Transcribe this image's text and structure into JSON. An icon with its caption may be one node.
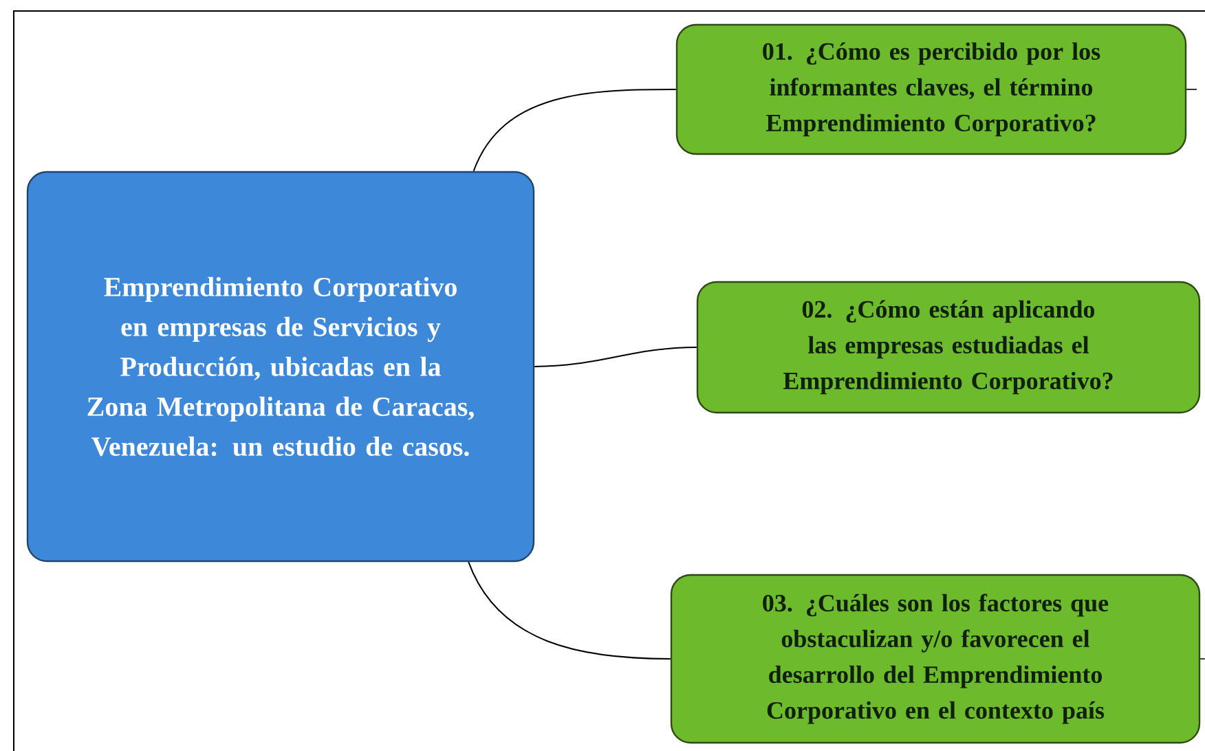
{
  "diagram": {
    "nodes": [
      {
        "text": [
          "Emprendimiento Corporativo en empresas de Servicios y Producción, ubicadas en la Zona Metropolitana de Caracas, Venezuela: un estudio de casos."
        ]
      },
      {
        "text": [
          "01. ¿Cómo es percibido por los informantes claves, el término Emprendimiento Corporativo?"
        ]
      },
      {
        "text": [
          "02. ¿Cómo están aplicando las empresas estudiadas el Emprendimiento Corporativo?"
        ]
      },
      {
        "text": [
          "03. ¿Cuáles son los factores que obstaculizan y/o favorecen el desarrollo del Emprendimiento Corporativo en el contexto país"
        ]
      }
    ],
    "edges": [
      {
        "from": 0,
        "to": 1,
        "arrow": "none"
      },
      {
        "from": 0,
        "to": 2,
        "arrow": "none"
      },
      {
        "from": 0,
        "to": 3,
        "arrow": "none"
      }
    ]
  }
}
